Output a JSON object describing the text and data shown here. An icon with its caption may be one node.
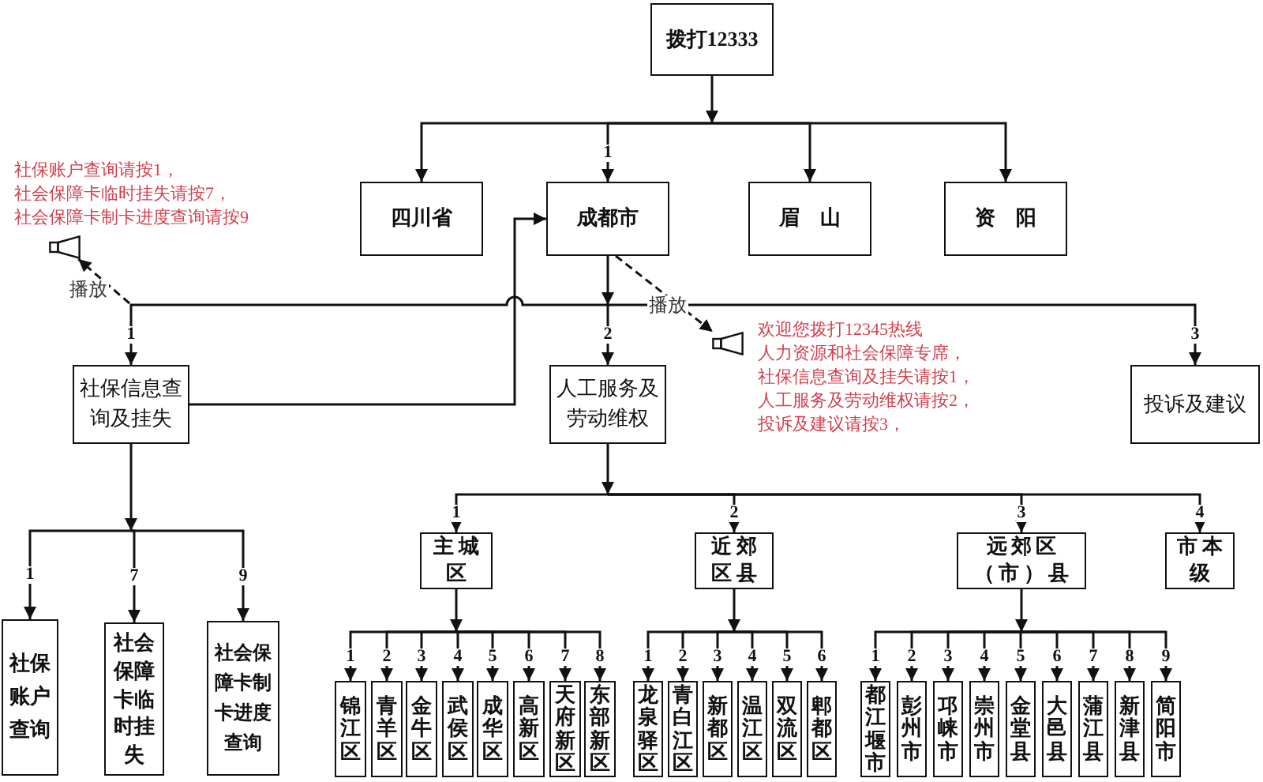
{
  "diagram": {
    "nodes": [
      {
        "text": [
          "拨打12333"
        ]
      },
      {
        "text": [
          "四川省"
        ]
      },
      {
        "text": [
          "成都市"
        ]
      },
      {
        "text": [
          "眉山"
        ]
      },
      {
        "text": [
          "资阳"
        ]
      },
      {
        "text": [],
        "shape": "speaker",
        "beside": [
          "社保账户查询请按1，",
          "社会保障卡临时挂失请按7，",
          "社会保障卡制卡进度查询请按9"
        ]
      },
      {
        "text": [
          "社保信息查询及挂失"
        ]
      },
      {
        "text": [
          "人工服务及劳动维权"
        ]
      },
      {
        "text": [],
        "shape": "speaker",
        "beside": [
          "欢迎您拨打12345热线",
          "人力资源和社会保障专席，",
          "社保信息查询及挂失请按1，",
          "人工服务及劳动维权请按2，",
          "投诉及建议请按3，"
        ]
      },
      {
        "text": [
          "投诉及建议"
        ]
      },
      {
        "text": [
          "社保账户查询"
        ]
      },
      {
        "text": [
          "社会保障卡临时挂失"
        ]
      },
      {
        "text": [
          "社会保障卡制卡进度查询"
        ]
      },
      {
        "text": [
          "主城区"
        ]
      },
      {
        "text": [
          "近郊区县"
        ]
      },
      {
        "text": [
          "远郊区（市）县"
        ]
      },
      {
        "text": [
          "市本级"
        ]
      },
      {
        "text": [
          "锦江区"
        ]
      },
      {
        "text": [
          "青羊区"
        ]
      },
      {
        "text": [
          "金牛区"
        ]
      },
      {
        "text": [
          "武侯区"
        ]
      },
      {
        "text": [
          "成华区"
        ]
      },
      {
        "text": [
          "高新区"
        ]
      },
      {
        "text": [
          "天府新区"
        ]
      },
      {
        "text": [
          "东部新区"
        ]
      },
      {
        "text": [
          "龙泉驿区"
        ]
      },
      {
        "text": [
          "青白江区"
        ]
      },
      {
        "text": [
          "新都区"
        ]
      },
      {
        "text": [
          "温江区"
        ]
      },
      {
        "text": [
          "双流区"
        ]
      },
      {
        "text": [
          "郫都区"
        ]
      },
      {
        "text": [
          "都江堰市"
        ]
      },
      {
        "text": [
          "彭州市"
        ]
      },
      {
        "text": [
          "邛崃市"
        ]
      },
      {
        "text": [
          "崇州市"
        ]
      },
      {
        "text": [
          "金堂县"
        ]
      },
      {
        "text": [
          "大邑县"
        ]
      },
      {
        "text": [
          "蒲江县"
        ]
      },
      {
        "text": [
          "新津县"
        ]
      },
      {
        "text": [
          "简阳市"
        ]
      }
    ],
    "edges": [
      {
        "from": 0,
        "to": 1,
        "arrow": "to"
      },
      {
        "from": 0,
        "to": 2,
        "arrow": "to",
        "label": "1"
      },
      {
        "from": 0,
        "to": 3,
        "arrow": "to"
      },
      {
        "from": 0,
        "to": 4,
        "arrow": "to"
      },
      {
        "from": 2,
        "to": 6,
        "arrow": "to",
        "label": "1"
      },
      {
        "from": 2,
        "to": 7,
        "arrow": "to",
        "label": "2"
      },
      {
        "from": 2,
        "to": 9,
        "arrow": "to",
        "label": "3"
      },
      {
        "from": 6,
        "to": 2,
        "arrow": "to"
      },
      {
        "from": null,
        "to": 5,
        "arrow": "to",
        "label": "播放",
        "style": "dashed"
      },
      {
        "from": 2,
        "to": 8,
        "arrow": "to",
        "label": "播放",
        "style": "dashed"
      },
      {
        "from": 6,
        "to": 10,
        "arrow": "to",
        "label": "1"
      },
      {
        "from": 6,
        "to": 11,
        "arrow": "to",
        "label": "7"
      },
      {
        "from": 6,
        "to": 12,
        "arrow": "to",
        "label": "9"
      },
      {
        "from": 7,
        "to": 13,
        "arrow": "to",
        "label": "1"
      },
      {
        "from": 7,
        "to": 14,
        "arrow": "to",
        "label": "2"
      },
      {
        "from": 7,
        "to": 15,
        "arrow": "to",
        "label": "3"
      },
      {
        "from": 7,
        "to": 16,
        "arrow": "to",
        "label": "4"
      },
      {
        "from": 13,
        "to": 17,
        "arrow": "to",
        "label": "1"
      },
      {
        "from": 13,
        "to": 18,
        "arrow": "to",
        "label": "2"
      },
      {
        "from": 13,
        "to": 19,
        "arrow": "to",
        "label": "3"
      },
      {
        "from": 13,
        "to": 20,
        "arrow": "to",
        "label": "4"
      },
      {
        "from": 13,
        "to": 21,
        "arrow": "to",
        "label": "5"
      },
      {
        "from": 13,
        "to": 22,
        "arrow": "to",
        "label": "6"
      },
      {
        "from": 13,
        "to": 23,
        "arrow": "to",
        "label": "7"
      },
      {
        "from": 13,
        "to": 24,
        "arrow": "to",
        "label": "8"
      },
      {
        "from": 14,
        "to": 25,
        "arrow": "to",
        "label": "1"
      },
      {
        "from": 14,
        "to": 26,
        "arrow": "to",
        "label": "2"
      },
      {
        "from": 14,
        "to": 27,
        "arrow": "to",
        "label": "3"
      },
      {
        "from": 14,
        "to": 28,
        "arrow": "to",
        "label": "4"
      },
      {
        "from": 14,
        "to": 29,
        "arrow": "to",
        "label": "5"
      },
      {
        "from": 14,
        "to": 30,
        "arrow": "to",
        "label": "6"
      },
      {
        "from": 15,
        "to": 31,
        "arrow": "to",
        "label": "1"
      },
      {
        "from": 15,
        "to": 32,
        "arrow": "to",
        "label": "2"
      },
      {
        "from": 15,
        "to": 33,
        "arrow": "to",
        "label": "3"
      },
      {
        "from": 15,
        "to": 34,
        "arrow": "to",
        "label": "4"
      },
      {
        "from": 15,
        "to": 35,
        "arrow": "to",
        "label": "5"
      },
      {
        "from": 15,
        "to": 36,
        "arrow": "to",
        "label": "6"
      },
      {
        "from": 15,
        "to": 37,
        "arrow": "to",
        "label": "7"
      },
      {
        "from": 15,
        "to": 38,
        "arrow": "to",
        "label": "8"
      },
      {
        "from": 15,
        "to": 39,
        "arrow": "to",
        "label": "9"
      }
    ]
  }
}
